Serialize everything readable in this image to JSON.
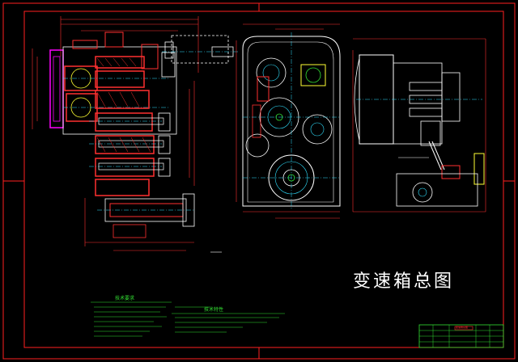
{
  "drawing": {
    "title": "变速箱总图"
  },
  "colors": {
    "background": "#000000",
    "frame": "#ff2020",
    "geometry": "#ffffff",
    "dimension": "#ff3030",
    "centerline": "#30e0ff",
    "annotation": "#33e033",
    "highlight": "#ff00ff",
    "yellow": "#ffff33"
  },
  "notes_left": {
    "heading": "技术要求"
  },
  "notes_right": {
    "heading": "技术特性"
  },
  "title_block": {
    "name_cell": "变速箱总图"
  }
}
